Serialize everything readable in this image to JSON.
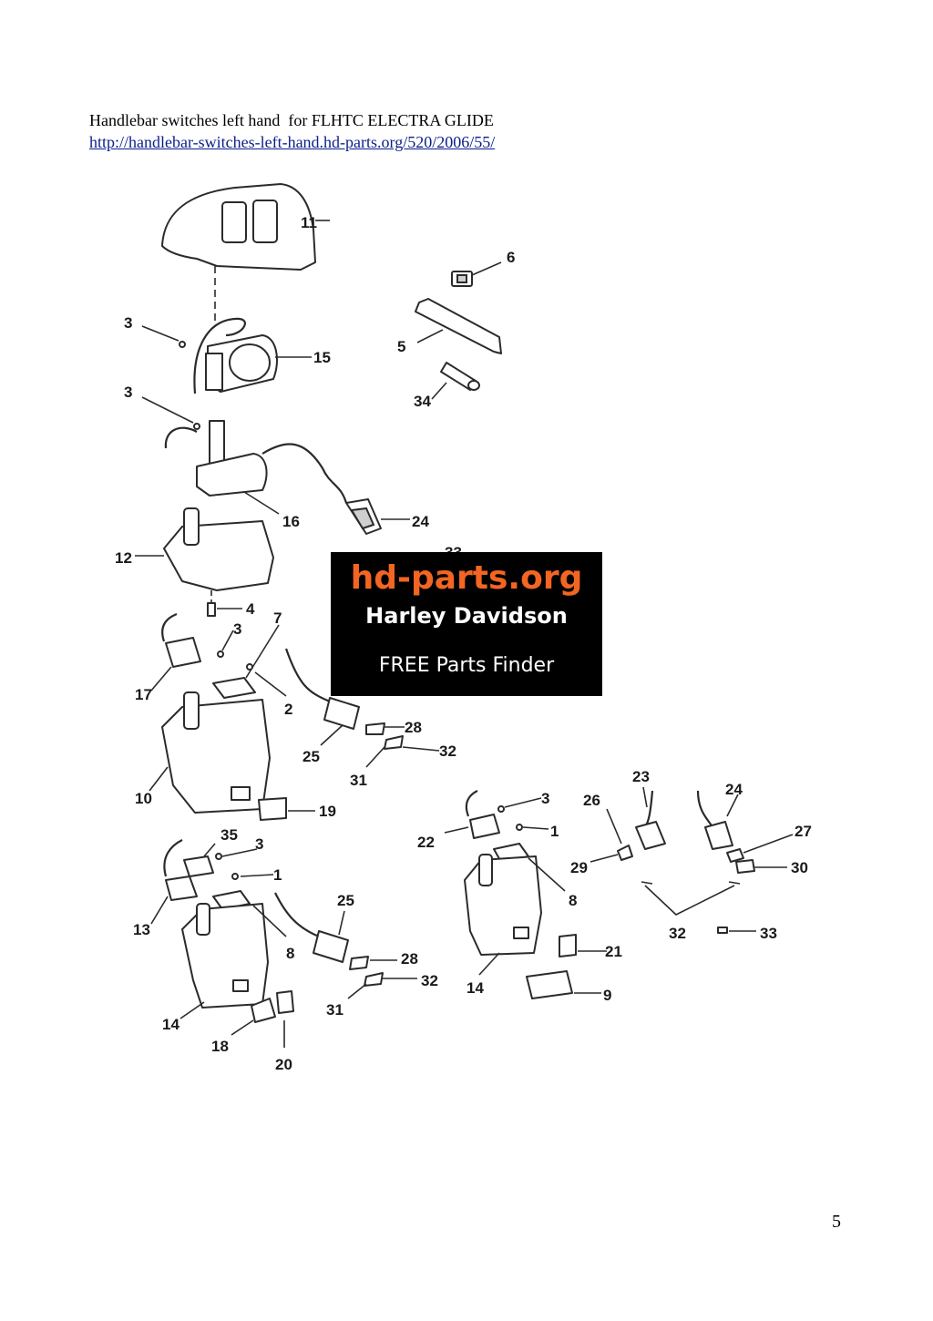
{
  "document": {
    "title": "Handlebar switches left hand  for FLHTC ELECTRA GLIDE",
    "url": "http://handlebar-switches-left-hand.hd-parts.org/520/2006/55/",
    "page_number": "5"
  },
  "watermark": {
    "brand": "hd-parts.org",
    "brand_color": "#f26522",
    "subtitle": "Harley Davidson",
    "tagline": "FREE Parts Finder",
    "background": "#000000"
  },
  "diagram": {
    "callouts": {
      "c11": "11",
      "c6": "6",
      "c3a": "3",
      "c15": "15",
      "c5": "5",
      "c3b": "3",
      "c34": "34",
      "c16": "16",
      "c24a": "24",
      "c12": "12",
      "c33top": "33",
      "c4": "4",
      "c3c": "3",
      "c7": "7",
      "c2": "2",
      "c17": "17",
      "c28a": "28",
      "c25a": "25",
      "c32a": "32",
      "c31a": "31",
      "c10": "10",
      "c19": "19",
      "c23": "23",
      "c24b": "24",
      "c26": "26",
      "c3e": "3",
      "c27": "27",
      "c1b": "1",
      "c22": "22",
      "c29": "29",
      "c30": "30",
      "c8b": "8",
      "c35": "35",
      "c3d": "3",
      "c1a": "1",
      "c25b": "25",
      "c13": "13",
      "c8a": "8",
      "c28b": "28",
      "c32b": "32",
      "c31b": "31",
      "c14a": "14",
      "c18": "18",
      "c20": "20",
      "c32c": "32",
      "c33": "33",
      "c21": "21",
      "c14b": "14",
      "c9": "9"
    }
  }
}
